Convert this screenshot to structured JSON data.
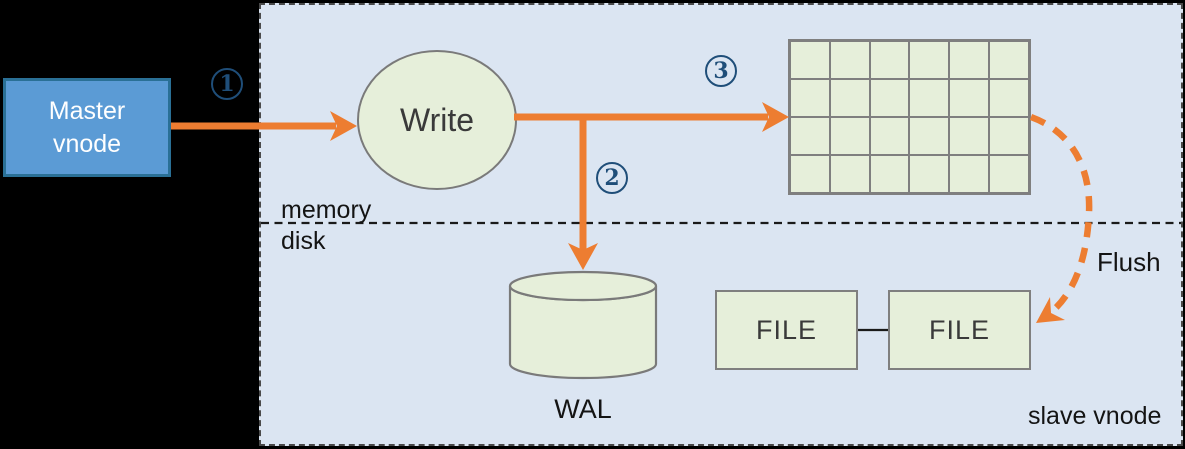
{
  "diagram": {
    "title_implicit": "vnode write flow",
    "master_vnode": {
      "label": "Master\nvnode"
    },
    "write_node": {
      "label": "Write"
    },
    "steps": [
      {
        "n": "1"
      },
      {
        "n": "2"
      },
      {
        "n": "3"
      }
    ],
    "labels": {
      "memory": "memory",
      "disk": "disk",
      "wal": "WAL",
      "flush": "Flush",
      "slave_vnode": "slave vnode"
    },
    "files": [
      {
        "label": "FILE"
      },
      {
        "label": "FILE"
      }
    ],
    "memtable_grid": {
      "rows": 4,
      "cols": 6
    },
    "colors": {
      "background": "#000000",
      "container_fill": "#dbe5f2",
      "container_border": "#4a4a4a",
      "master_fill": "#5b9bd5",
      "master_border": "#2a7096",
      "shape_fill": "#e6efda",
      "shape_border": "#7f7f7f",
      "arrow_orange": "#ed7d31",
      "step_blue": "#1f4e79",
      "text_dark": "#141414"
    }
  }
}
